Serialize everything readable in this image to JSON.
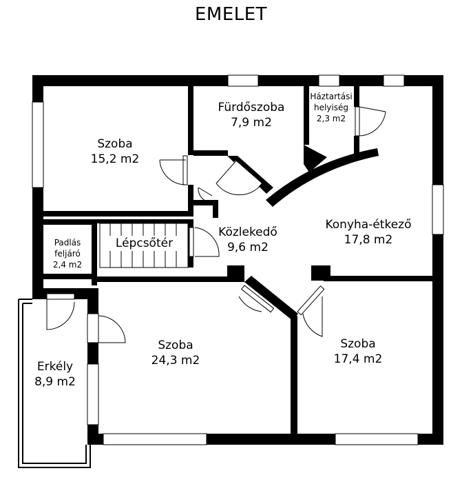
{
  "title": "EMELET",
  "rooms": {
    "szoba_nw": {
      "name": "Szoba",
      "area": "15,2 m2"
    },
    "furdo": {
      "name": "Fürdőszoba",
      "area": "7,9 m2"
    },
    "haztartasi": {
      "name_line1": "Háztartási",
      "name_line2": "helyiség",
      "area": "2,3 m2"
    },
    "konyha": {
      "name": "Konyha-étkező",
      "area": "17,8 m2"
    },
    "kozlekedo": {
      "name": "Közlekedő",
      "area": "9,6 m2"
    },
    "lepcsoter": {
      "name": "Lépcsőtér"
    },
    "padlas": {
      "name_line1": "Padlás",
      "name_line2": "feljáró",
      "area": "2,4 m2"
    },
    "erkely": {
      "name": "Erkély",
      "area": "8,9 m2"
    },
    "szoba_center": {
      "name": "Szoba",
      "area": "24,3 m2"
    },
    "szoba_se": {
      "name": "Szoba",
      "area": "17,4 m2"
    }
  },
  "colors": {
    "wall": "#000000",
    "background": "#ffffff"
  }
}
